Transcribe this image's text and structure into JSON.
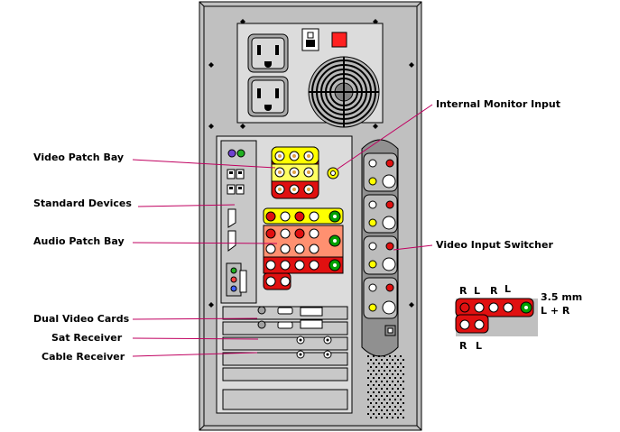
{
  "labels": {
    "video_patch_bay": "Video Patch Bay",
    "standard_devices": "Standard Devices",
    "audio_patch_bay": "Audio Patch Bay",
    "dual_video_cards": "Dual Video Cards",
    "sat_receiver": "Sat Receiver",
    "cable_receiver": "Cable Receiver",
    "internal_monitor_input": "Internal Monitor Input",
    "video_input_switcher": "Video Input Switcher"
  },
  "legend": {
    "top_r1": "R",
    "top_l1": "L",
    "top_r2": "R",
    "top_l2": "L",
    "mm": "3.5 mm",
    "lr": "L + R",
    "bottom_r": "R",
    "bottom_l": "L"
  },
  "colors": {
    "leader_line": "#c00060",
    "case": "#c0c0c0",
    "rca_red": "#e01010",
    "rca_yellow": "#ffff00",
    "rca_salmon": "#ff9070",
    "jack_green": "#00a000"
  }
}
